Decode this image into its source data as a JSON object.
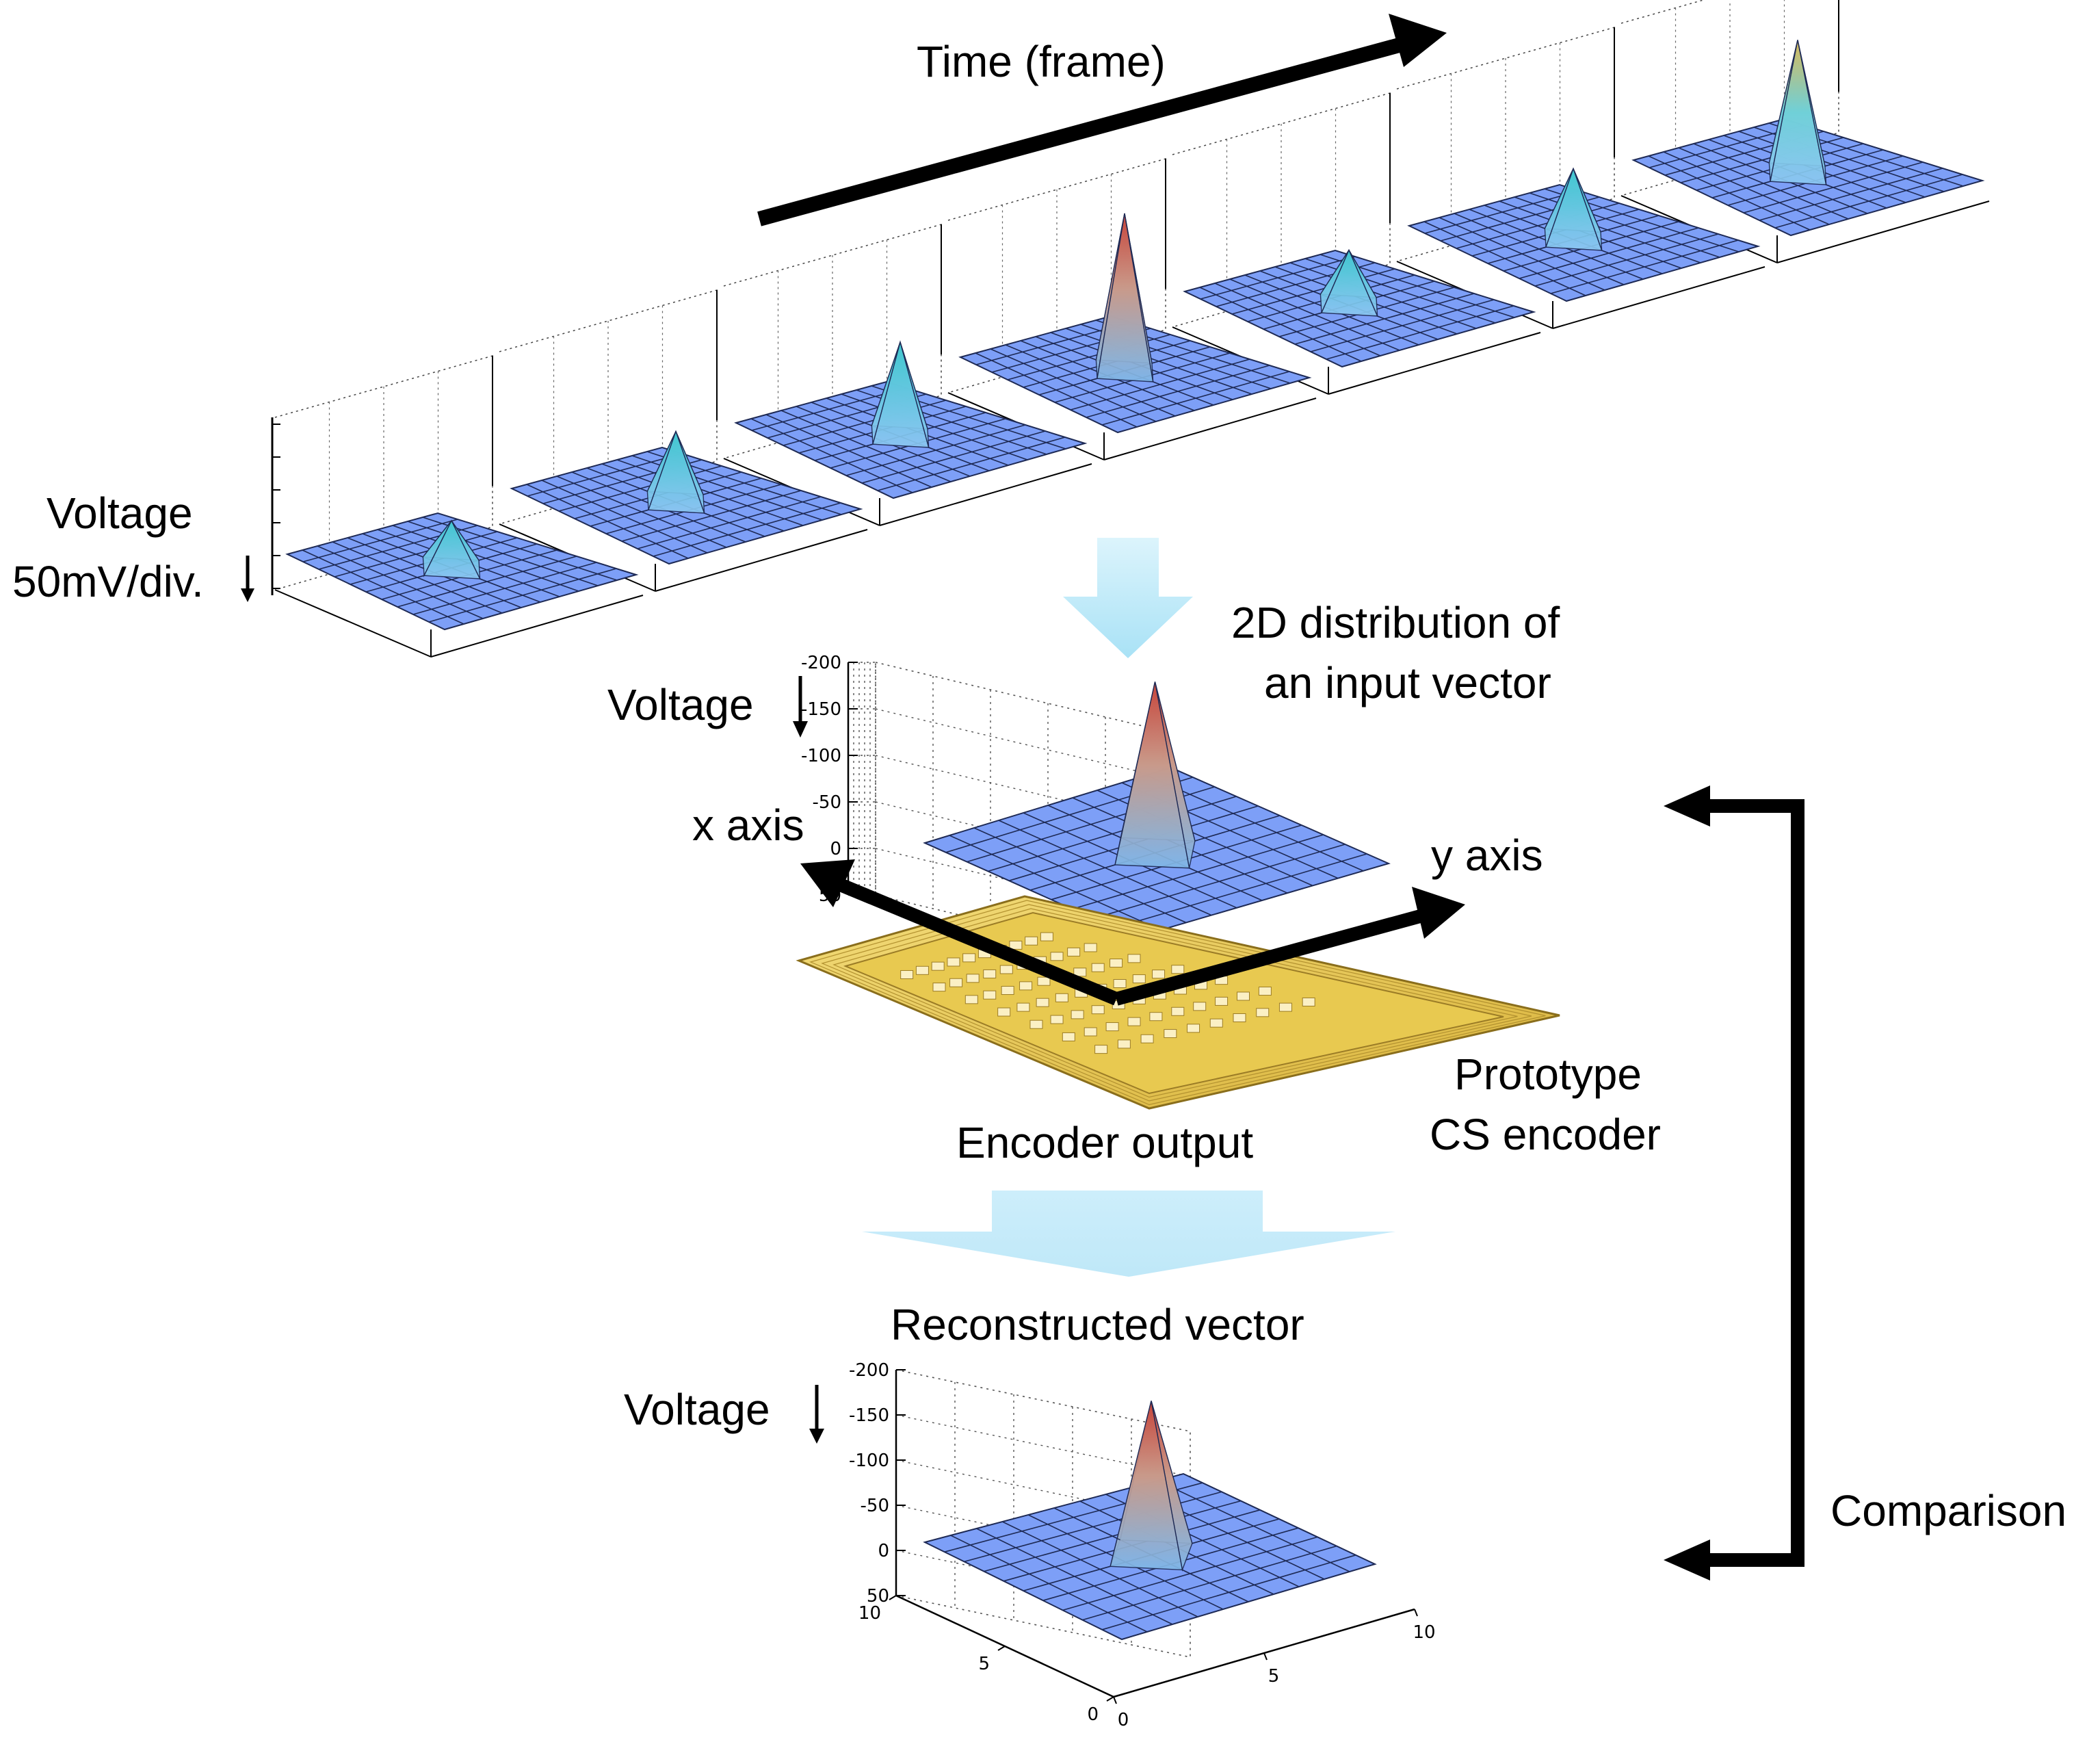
{
  "labels": {
    "time": "Time (frame)",
    "voltage_top_1": "Voltage",
    "voltage_top_2": "50mV/div.",
    "distribution_1": "2D distribution of",
    "distribution_2": "an input vector",
    "voltage_mid": "Voltage",
    "x_axis": "x axis",
    "y_axis": "y axis",
    "prototype_1": "Prototype",
    "prototype_2": "CS encoder",
    "encoder_output": "Encoder output",
    "reconstructed": "Reconstructed vector",
    "voltage_bottom": "Voltage",
    "comparison": "Comparison"
  },
  "mid_plot": {
    "z_ticks": [
      "-200",
      "-150",
      "-100",
      "-50",
      "0",
      "50"
    ]
  },
  "bottom_plot": {
    "z_ticks": [
      "-200",
      "-150",
      "-100",
      "-50",
      "0",
      "50"
    ],
    "x_ticks": [
      "10",
      "5",
      "0"
    ],
    "y_ticks": [
      "0",
      "5",
      "10"
    ]
  },
  "frames": {
    "peak_heights": [
      0.3,
      0.45,
      0.6,
      1.0,
      0.35,
      0.45,
      0.85
    ]
  },
  "colors": {
    "surface_base": "#7d9ff7",
    "surface_peak": "#d9473b",
    "arrow_light": "#bdeaf8",
    "chip_gold": "#e7c445",
    "arrow_dark": "#000000"
  }
}
